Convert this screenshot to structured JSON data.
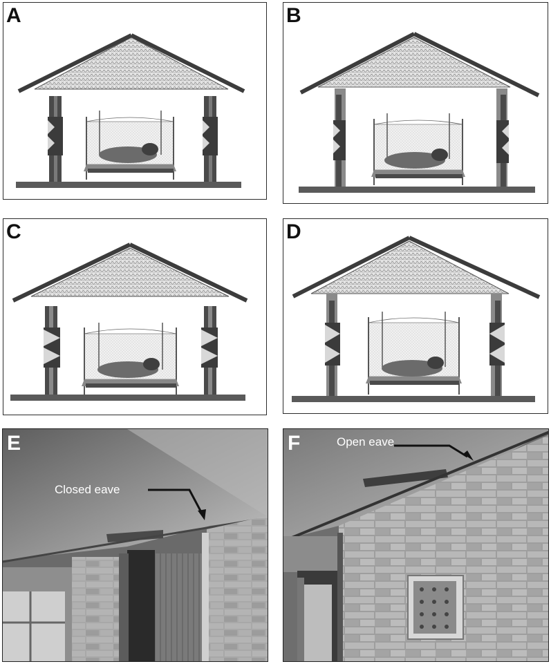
{
  "panels": [
    {
      "letter": "A",
      "description": "hut-closed-eave-narrow-vents"
    },
    {
      "letter": "B",
      "description": "hut-open-eave-narrow-vents"
    },
    {
      "letter": "C",
      "description": "hut-closed-eave-wide-vents"
    },
    {
      "letter": "D",
      "description": "hut-open-eave-wide-vents"
    }
  ],
  "photos": [
    {
      "letter": "E",
      "annotation": "Closed eave"
    },
    {
      "letter": "F",
      "annotation": "Open eave"
    }
  ],
  "colors": {
    "roof_outline": "#3c3c3c",
    "pillar_dark": "#4a4a4a",
    "pillar_light": "#8a8a8a",
    "net": "#bfbfbf",
    "floor": "#5a5a5a"
  }
}
